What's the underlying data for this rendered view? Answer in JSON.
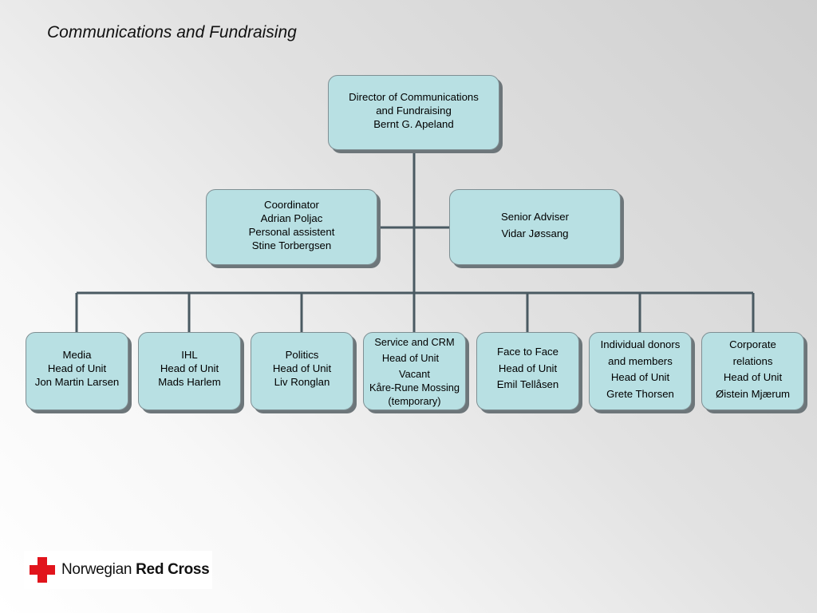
{
  "title": "Communications and Fundraising",
  "director": [
    "Director of Communications",
    "and Fundraising",
    "Bernt G. Apeland"
  ],
  "coordinator": [
    "Coordinator",
    "Adrian Poljac",
    "Personal assistent",
    "Stine Torbergsen"
  ],
  "senior_adviser": [
    "Senior Adviser",
    "Vidar Jøssang"
  ],
  "units": [
    {
      "lines": [
        "Media",
        "Head of Unit",
        "Jon Martin Larsen"
      ]
    },
    {
      "lines": [
        "IHL",
        "Head of Unit",
        "Mads Harlem"
      ]
    },
    {
      "lines": [
        "Politics",
        "Head of Unit",
        "Liv Ronglan"
      ]
    },
    {
      "lines": [
        "Service and CRM",
        "Head of Unit",
        "Vacant",
        "Kåre-Rune Mossing",
        "(temporary)"
      ]
    },
    {
      "lines": [
        "Face to Face",
        "Head of Unit",
        "Emil Tellåsen"
      ]
    },
    {
      "lines": [
        "Individual donors",
        "and members",
        "Head of Unit",
        "Grete Thorsen"
      ]
    },
    {
      "lines": [
        "Corporate",
        "relations",
        "Head of Unit",
        "Øistein Mjærum"
      ]
    }
  ],
  "logo": {
    "text_regular": "Norwegian",
    "text_bold": "Red Cross",
    "cross_color": "#e1141c"
  },
  "colors": {
    "box_fill": "#b8e0e3",
    "connector": "#4a5a62"
  }
}
